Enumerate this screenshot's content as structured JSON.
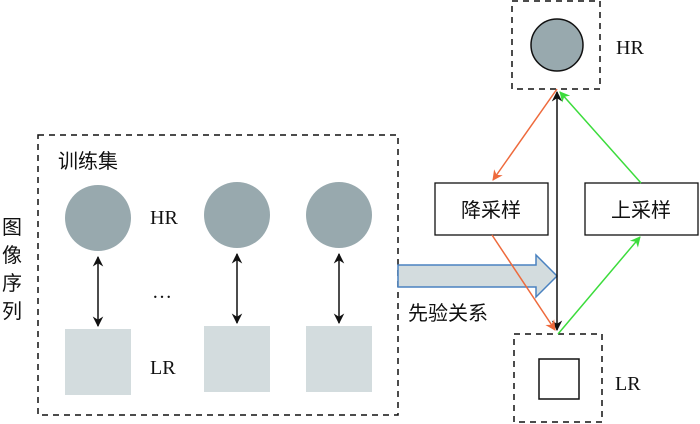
{
  "labels": {
    "image_sequence": [
      "图",
      "像",
      "序",
      "列"
    ],
    "training_set": "训练集",
    "hr": "HR",
    "lr": "LR",
    "ellipsis": "…",
    "prior_relation": "先验关系",
    "downsample": "降采样",
    "upsample": "上采样",
    "target_hr": "HR",
    "target_lr": "LR"
  },
  "colors": {
    "hr_fill": "#98a9ae",
    "lr_fill": "#d3dcde",
    "arrow_fill": "#d3dcde",
    "arrow_stroke": "#4a82c0",
    "downsample_line": "#ee6a3c",
    "upsample_line": "#3cdc3c",
    "black": "#111111"
  },
  "training_pairs": 3
}
